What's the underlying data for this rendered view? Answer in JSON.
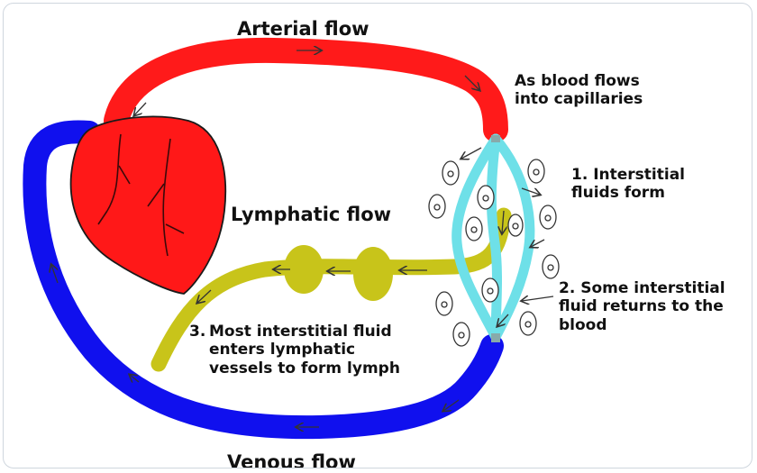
{
  "labels": {
    "arterial": "Arterial flow",
    "venous": "Venous flow",
    "lymphatic": "Lymphatic flow",
    "capillaries": [
      "As blood flows",
      "into capillaries"
    ],
    "step1": [
      "1. Interstitial",
      "fluids form"
    ],
    "step2": [
      "2. Some interstitial",
      "fluid returns to the",
      "blood"
    ],
    "step3_num": "3.",
    "step3": [
      "Most interstitial fluid",
      "enters lymphatic",
      "vessels to form lymph"
    ]
  },
  "colors": {
    "arterial": "#ff1a1a",
    "venous": "#1010ee",
    "lymphatic": "#c8c41a",
    "capillary": "#6ee0e8",
    "heart": "#ff1818"
  }
}
